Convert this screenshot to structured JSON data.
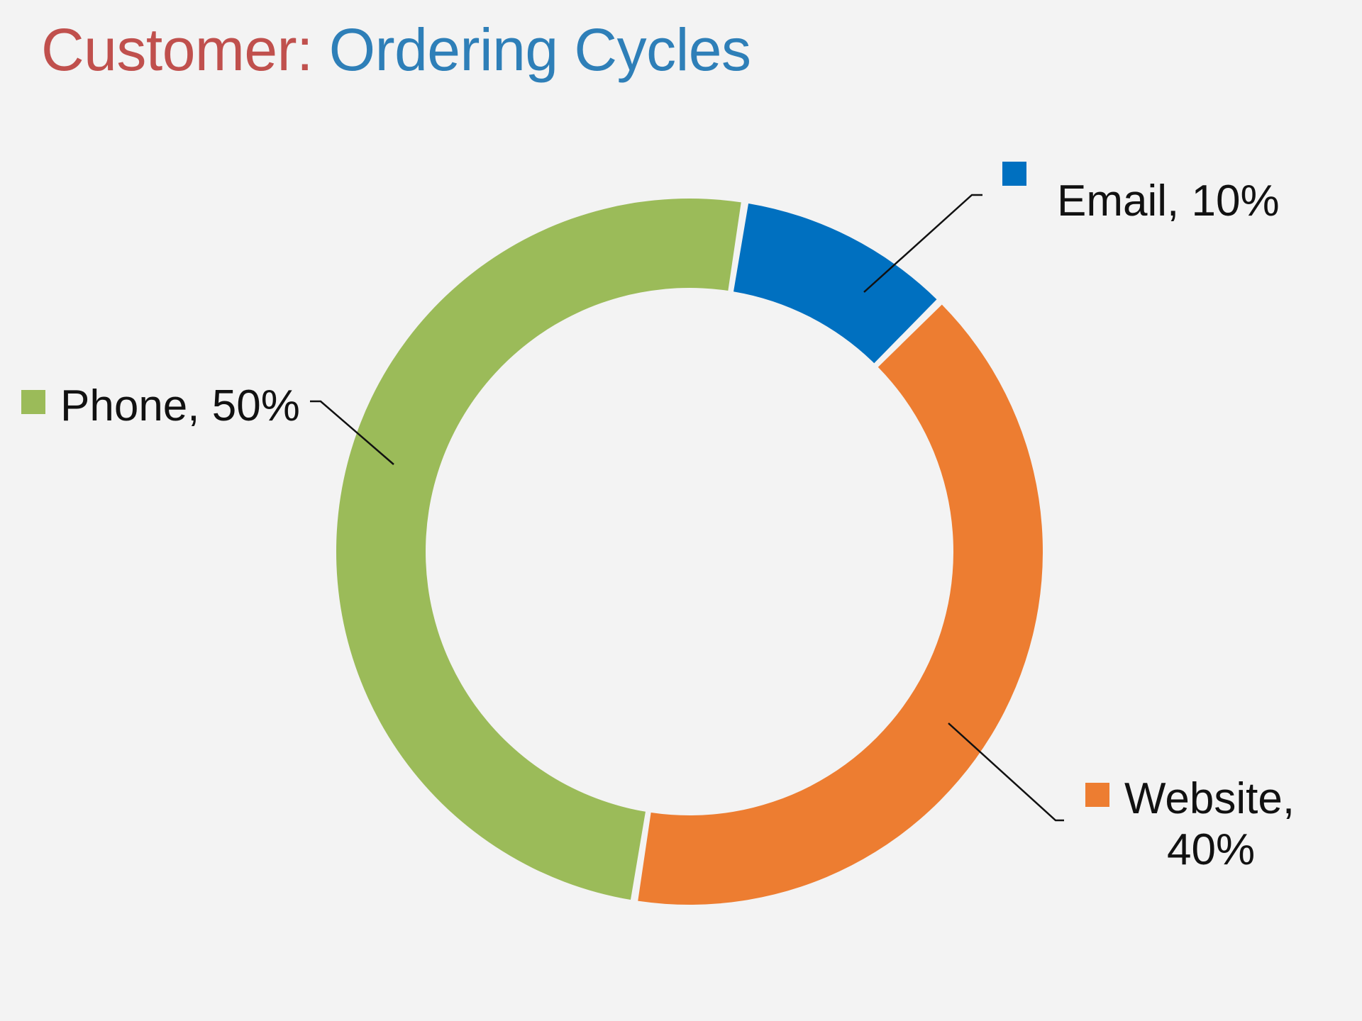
{
  "title": {
    "prefix": "Customer:",
    "main": "Ordering Cycles",
    "prefix_color": "#c0504d",
    "main_color": "#2e7fb8"
  },
  "chart_data": {
    "type": "pie",
    "variant": "donut",
    "title": "Customer: Ordering Cycles",
    "start_category": "Email",
    "direction": "clockwise",
    "legend": "none",
    "data_labels": "category-name-and-percent-with-leader-lines",
    "categories": [
      "Email",
      "Website",
      "Phone"
    ],
    "values": [
      10,
      40,
      50
    ],
    "unit": "%",
    "colors": [
      "#0070c0",
      "#ed7d31",
      "#9bbb59"
    ],
    "labels": [
      {
        "category": "Email",
        "lines": [
          "Email, 10%"
        ]
      },
      {
        "category": "Website",
        "lines": [
          "Website,",
          "40%"
        ]
      },
      {
        "category": "Phone",
        "lines": [
          "Phone, 50%"
        ]
      }
    ]
  }
}
